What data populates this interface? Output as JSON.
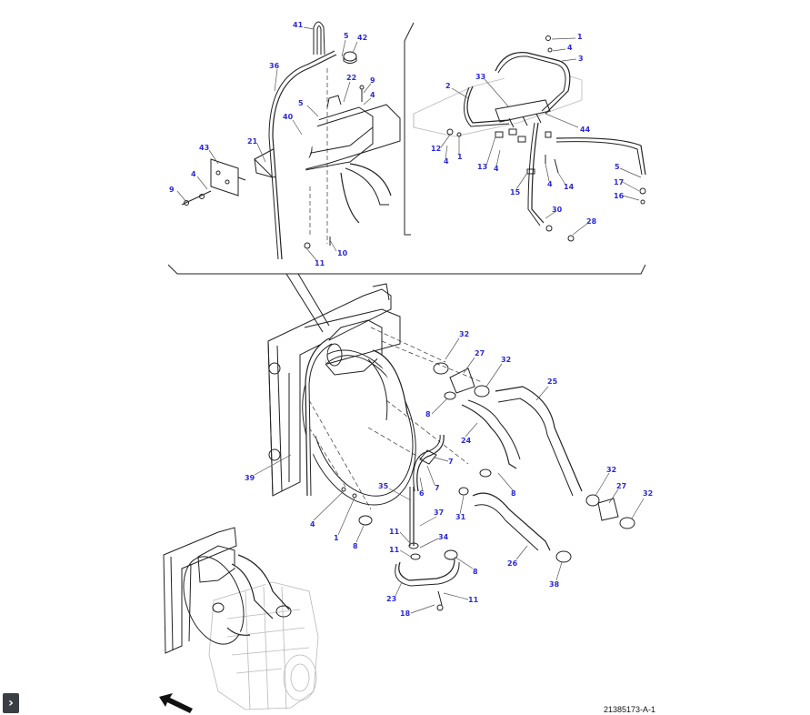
{
  "figure": {
    "id_label": "21385173-A-1",
    "orientation_arrow": "front-arrow-icon"
  },
  "controls": {
    "sidebar_toggle_icon": "chevron-right-icon",
    "sidebar_toggle_glyph": "›"
  },
  "callouts": {
    "top_left": [
      "41",
      "5",
      "42",
      "36",
      "22",
      "9",
      "5",
      "4",
      "40",
      "21",
      "43",
      "4",
      "9",
      "10",
      "11"
    ],
    "top_right": [
      "1",
      "4",
      "3",
      "33",
      "2",
      "44",
      "12",
      "1",
      "4",
      "13",
      "4",
      "15",
      "4",
      "14",
      "5",
      "17",
      "16",
      "30",
      "28"
    ],
    "main": [
      "32",
      "27",
      "32",
      "25",
      "8",
      "24",
      "7",
      "7",
      "6",
      "35",
      "39",
      "8",
      "37",
      "31",
      "32",
      "27",
      "32",
      "4",
      "1",
      "8",
      "11",
      "34",
      "11",
      "8",
      "26",
      "38",
      "23",
      "11",
      "18"
    ]
  },
  "colors": {
    "callout": "#2a2ad8",
    "line": "#222222",
    "ghost": "#b8b8b8",
    "toggle_bg": "#3a3f45"
  }
}
